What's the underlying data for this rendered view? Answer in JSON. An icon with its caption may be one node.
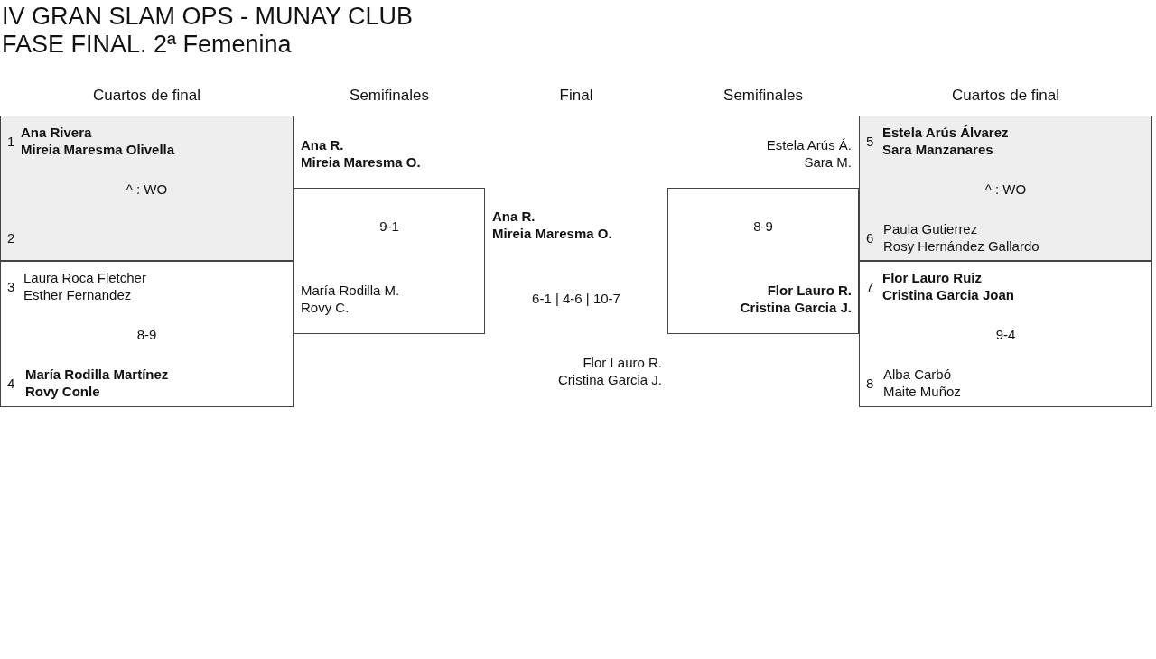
{
  "diagram": {
    "title": "IV GRAN SLAM OPS - MUNAY CLUB",
    "nodes": [
      {
        "text": [
          "1",
          "Ana Rivera",
          "Mireia Maresma Olivella",
          "^ : WO",
          "2"
        ]
      },
      {
        "text": [
          "3",
          "Laura Roca Fletcher",
          "Esther Fernandez",
          "8-9",
          "4",
          "María Rodilla Martínez",
          "Rovy Conle"
        ]
      },
      {
        "text": [
          "Ana R.",
          "Mireia Maresma O.",
          "9-1",
          "María Rodilla M.",
          "Rovy C."
        ]
      },
      {
        "text": [
          "Estela Arús Á.",
          "Sara M.",
          "8-9",
          "Flor Lauro R.",
          "Cristina Garcia J."
        ]
      },
      {
        "text": [
          "5",
          "Estela Arús Álvarez",
          "Sara Manzanares",
          "^ : WO",
          "6",
          "Paula Gutierrez",
          "Rosy Hernández Gallardo"
        ]
      },
      {
        "text": [
          "7",
          "Flor Lauro Ruiz",
          "Cristina Garcia Joan",
          "9-4",
          "8",
          "Alba Carbó",
          "Maite Muñoz"
        ]
      }
    ],
    "edges": [],
    "labels": [
      "FASE FINAL. 2ª Femenina",
      "Cuartos de final",
      "Semifinales",
      "Final",
      "Semifinales",
      "Cuartos de final",
      "Ana R.",
      "Mireia Maresma O.",
      "6-1 | 4-6 | 10-7",
      "Flor Lauro R.",
      "Cristina Garcia J."
    ]
  }
}
